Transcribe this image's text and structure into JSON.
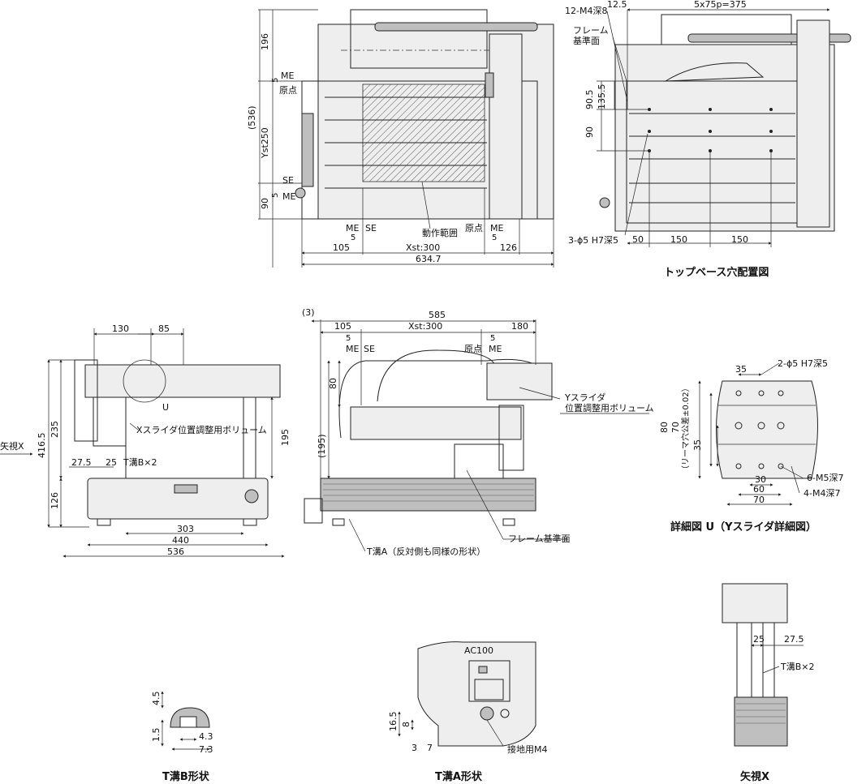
{
  "top_view": {
    "dims": {
      "d196": "196",
      "d5a": "5",
      "me_a": "ME",
      "origin_a": "原点",
      "d536": "(536)",
      "yst": "Yst250",
      "se_a": "SE",
      "d5b": "5",
      "me_b": "ME",
      "d90": "90",
      "me_c": "ME",
      "d5c": "5",
      "se_c": "SE",
      "motion": "動作範囲",
      "origin_c": "原点",
      "me_d": "ME",
      "d5d": "5",
      "d105": "105",
      "xst": "Xst:300",
      "d126": "126",
      "d634": "634.7"
    }
  },
  "base_view": {
    "dims": {
      "m4": "12-M4深8",
      "d12": "12.5",
      "pitch": "5x75p=375",
      "frame": "フレーム",
      "frame_base": "基準面",
      "d90_5": "90.5",
      "d135": "135.5",
      "d90": "90",
      "hole": "3-ϕ5 H7深5",
      "d50": "50",
      "d150a": "150",
      "d150b": "150"
    },
    "caption": "トップベース穴配置図"
  },
  "front_view": {
    "dims": {
      "d130": "130",
      "d85": "85",
      "u": "U",
      "xadj": "Xスライダ位置調整用ボリューム",
      "d235": "235",
      "d416": "416.5",
      "d27": "27.5",
      "d25": "25",
      "tslot": "T溝B×2",
      "d126": "126",
      "d195": "195",
      "d303": "303",
      "d440": "440",
      "d536": "536"
    },
    "arrow_label": "矢視X"
  },
  "side_view": {
    "dims": {
      "d3": "(3)",
      "d585": "585",
      "d105": "105",
      "xst": "Xst:300",
      "d180": "180",
      "d5a": "5",
      "me_a": "ME",
      "se_a": "SE",
      "d5b": "5",
      "origin_b": "原点",
      "me_b": "ME",
      "d80": "80",
      "d195": "(195)",
      "yadj1": "Yスライダ",
      "yadj2": "位置調整用ボリューム",
      "frame": "フレーム基準面",
      "tslota": "T溝A（反対側も同様の形状）"
    }
  },
  "detail_u": {
    "dims": {
      "d35a": "35",
      "hole": "2-ϕ5  H7深5",
      "d80": "80",
      "d70": "70",
      "tol": "（リーマ穴公差±0.02）",
      "d35b": "35",
      "d30": "30",
      "d60": "60",
      "d70b": "70",
      "m5": "6-M5深7",
      "m4": "4-M4深7"
    },
    "caption": "詳細図 U（Yスライダ詳細図）"
  },
  "tslot_b": {
    "dims": {
      "d45": "4.5",
      "d15": "1.5",
      "d43": "4.3",
      "d73": "7.3"
    },
    "caption": "T溝B形状"
  },
  "tslot_a": {
    "dims": {
      "ac": "AC100",
      "d165": "16.5",
      "d8": "8",
      "d3": "3",
      "d7": "7",
      "ground": "接地用M4"
    },
    "caption": "T溝A形状"
  },
  "view_x": {
    "dims": {
      "d25": "25",
      "d27": "27.5",
      "tslot": "T溝B×2"
    },
    "caption": "矢視X"
  }
}
